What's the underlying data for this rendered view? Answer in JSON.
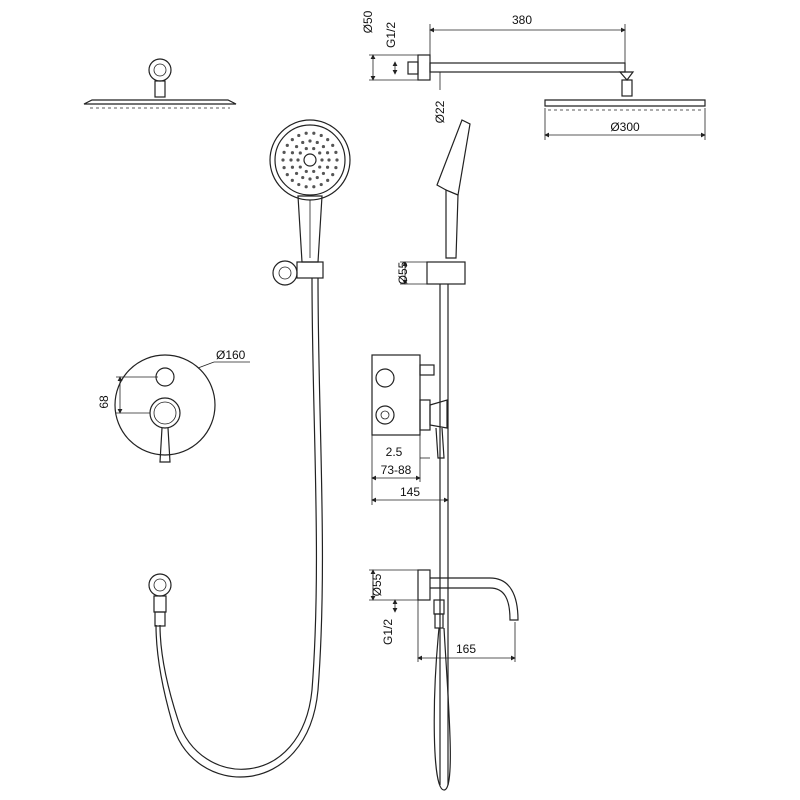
{
  "dimensions": {
    "arm_flange_diameter": "Ø50",
    "arm_thread": "G1/2",
    "arm_length": "380",
    "arm_diameter": "Ø22",
    "rain_head_diameter": "Ø300",
    "holder_diameter": "Ø55",
    "plate_diameter": "Ø160",
    "knob_spacing": "68",
    "trim_offset": "2.5",
    "wall_depth_range": "73-88",
    "valve_total_depth": "145",
    "spout_flange_diameter": "Ø55",
    "spout_thread": "G1/2",
    "spout_length": "165"
  }
}
